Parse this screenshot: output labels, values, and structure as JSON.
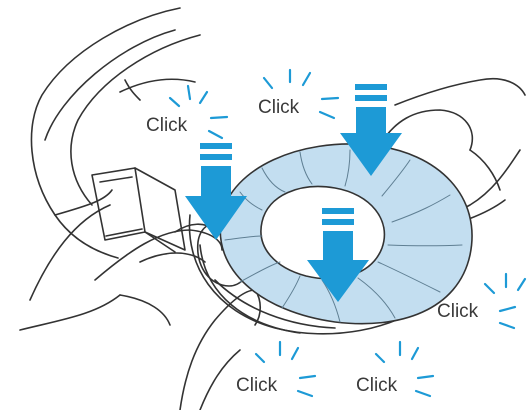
{
  "labels": {
    "click_1": "Click",
    "click_2": "Click",
    "click_3": "Click",
    "click_4": "Click",
    "click_5": "Click"
  },
  "colors": {
    "line": "#333333",
    "accent_blue": "#1d9ad6",
    "cushion_fill": "#c3def0"
  }
}
